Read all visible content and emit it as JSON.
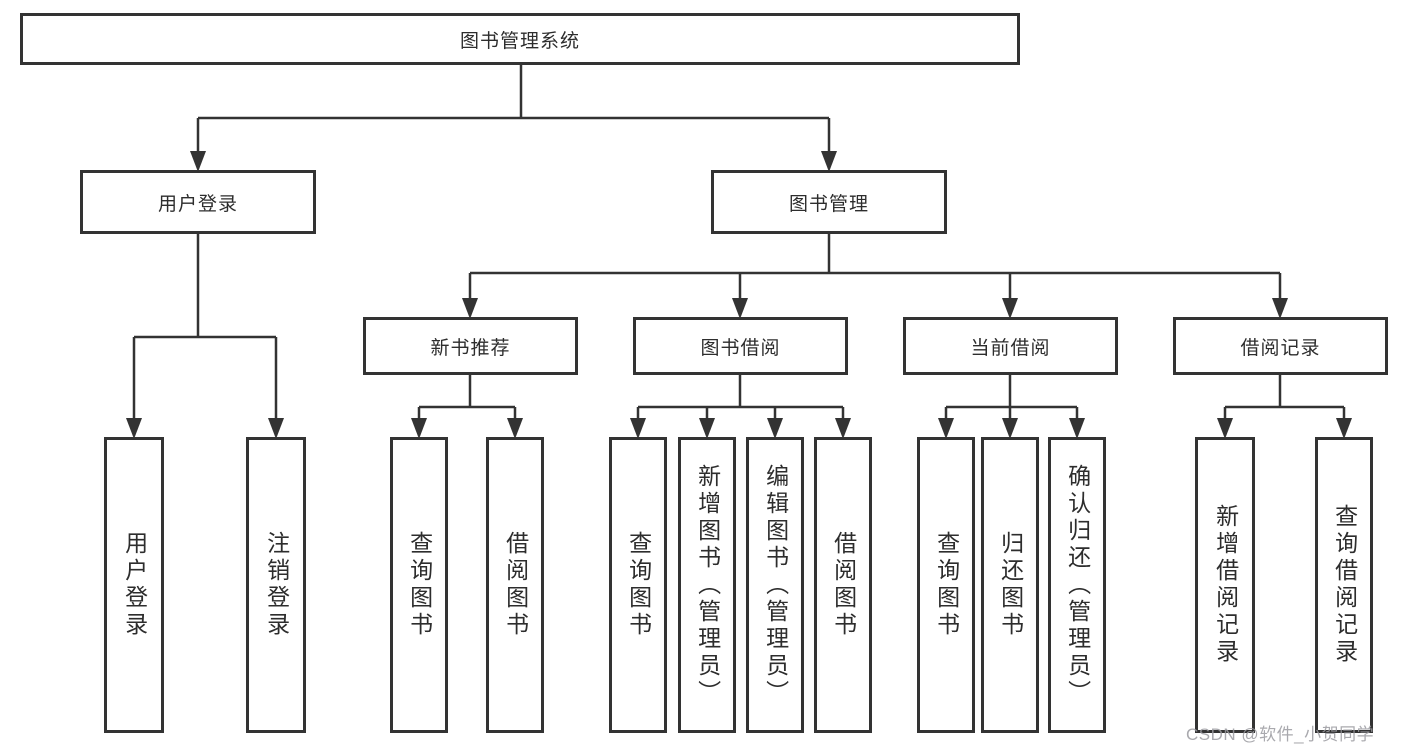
{
  "colors": {
    "line": "#333333",
    "text": "#2d2d2d",
    "background": "#ffffff",
    "watermark": "#9b9ba0"
  },
  "diagram": {
    "root": {
      "label": "图书管理系统"
    },
    "branches": [
      {
        "label": "用户登录",
        "children": [
          {
            "label": "用户登录"
          },
          {
            "label": "注销登录"
          }
        ]
      },
      {
        "label": "图书管理",
        "children": [
          {
            "label": "新书推荐",
            "children": [
              {
                "label": "查询图书"
              },
              {
                "label": "借阅图书"
              }
            ]
          },
          {
            "label": "图书借阅",
            "children": [
              {
                "label": "查询图书"
              },
              {
                "label": "新增图书（管理员）"
              },
              {
                "label": "编辑图书（管理员）"
              },
              {
                "label": "借阅图书"
              }
            ]
          },
          {
            "label": "当前借阅",
            "children": [
              {
                "label": "查询图书"
              },
              {
                "label": "归还图书"
              },
              {
                "label": "确认归还（管理员）"
              }
            ]
          },
          {
            "label": "借阅记录",
            "children": [
              {
                "label": "新增借阅记录"
              },
              {
                "label": "查询借阅记录"
              }
            ]
          }
        ]
      }
    ]
  },
  "watermark": {
    "text": "CSDN @软件_小贺同学"
  }
}
